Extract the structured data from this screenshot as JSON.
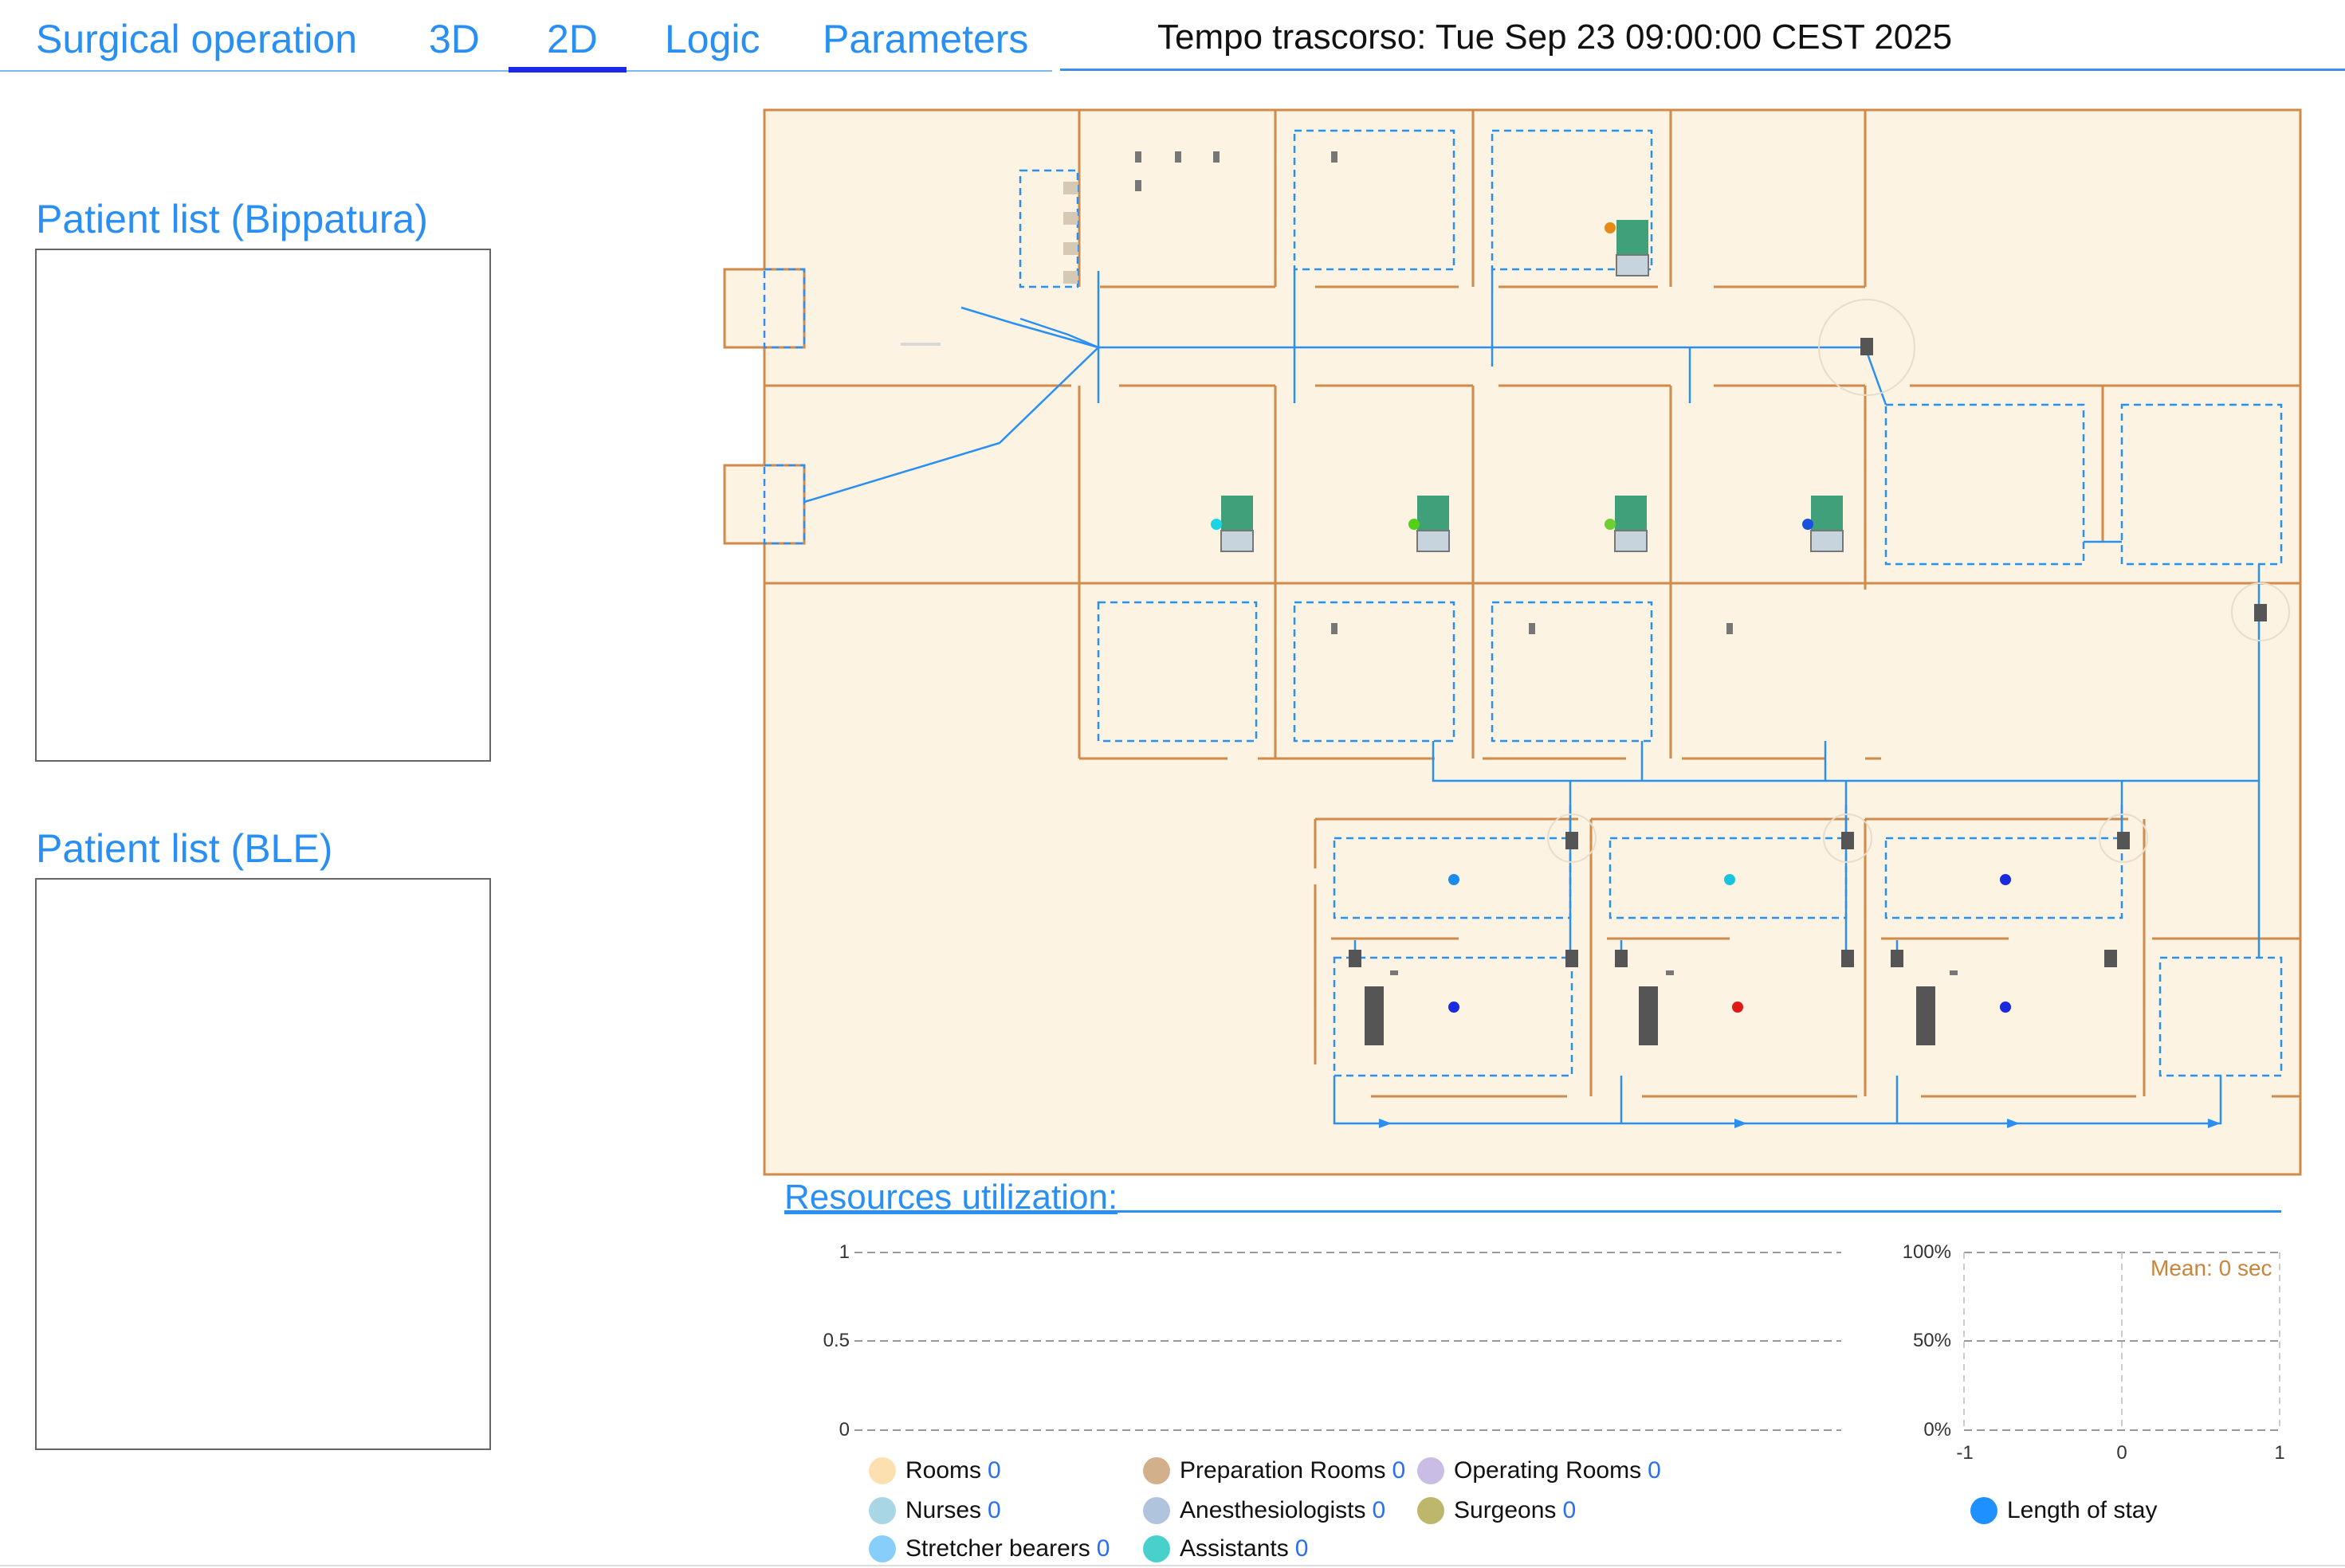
{
  "tabs": [
    {
      "label": "Surgical operation"
    },
    {
      "label": "3D"
    },
    {
      "label": "2D"
    },
    {
      "label": "Logic"
    },
    {
      "label": "Parameters"
    }
  ],
  "active_tab": "2D",
  "clock": "Tempo trascorso: Tue Sep 23 09:00:00 CEST 2025",
  "patient_lists": {
    "bippatura_title": "Patient list (Bippatura)",
    "ble_title": "Patient list (BLE)"
  },
  "resources": {
    "title": "Resources utilization:",
    "utilization_axis": [
      "1",
      "0.5",
      "0"
    ],
    "stay_axis_y": [
      "100%",
      "50%",
      "0%"
    ],
    "stay_axis_x": [
      "-1",
      "0",
      "1"
    ],
    "mean_label": "Mean: 0 sec",
    "legend": [
      {
        "label": "Rooms",
        "count": "0",
        "color": "#fde0b0"
      },
      {
        "label": "Preparation Rooms",
        "count": "0",
        "color": "#d2b08c"
      },
      {
        "label": "Operating Rooms",
        "count": "0",
        "color": "#c9bde6"
      },
      {
        "label": "Nurses",
        "count": "0",
        "color": "#a9d6e5"
      },
      {
        "label": "Anesthesiologists",
        "count": "0",
        "color": "#b0c4de"
      },
      {
        "label": "Surgeons",
        "count": "0",
        "color": "#bdb76b"
      },
      {
        "label": "Stretcher bearers",
        "count": "0",
        "color": "#87cefa"
      },
      {
        "label": "Assistants",
        "count": "0",
        "color": "#48d1cc"
      }
    ],
    "stay_legend": {
      "label": "Length of stay",
      "color": "#1e90ff"
    }
  },
  "colors": {
    "accent": "#2a8ff2",
    "active_tab_bar": "#1a28e8",
    "plan_fill": "#fdf3e3",
    "wall": "#d08a4a",
    "path": "#2a8ff2"
  }
}
